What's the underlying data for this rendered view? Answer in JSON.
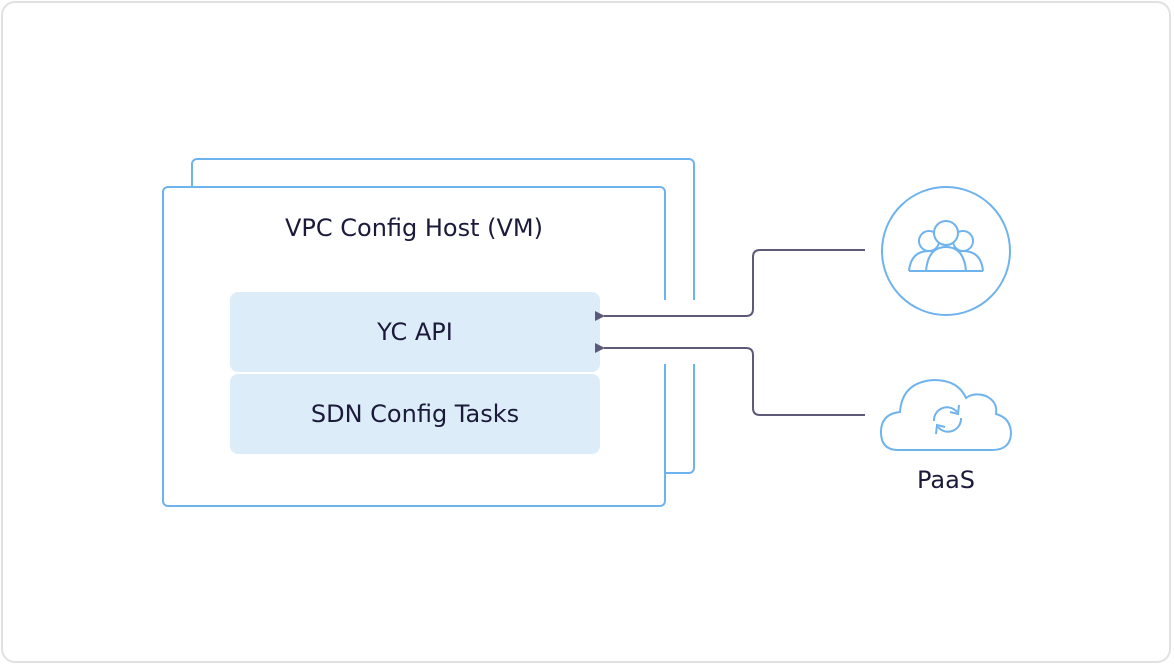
{
  "diagram": {
    "host": {
      "title": "VPC Config Host (VM)",
      "stacked": true,
      "components": [
        {
          "label": "YC API"
        },
        {
          "label": "SDN Config Tasks"
        }
      ]
    },
    "actors": [
      {
        "name": "users",
        "icon": "users-group-icon",
        "label": ""
      },
      {
        "name": "paas",
        "icon": "cloud-sync-icon",
        "label": "PaaS"
      }
    ],
    "connections": [
      {
        "from": "users",
        "to": "YC API"
      },
      {
        "from": "paas",
        "to": "YC API"
      }
    ],
    "colors": {
      "border": "#6fb3ee",
      "block_fill": "#dcedf9",
      "arrow": "#5c5a78",
      "text": "#1b1a3a",
      "frame": "#e1e1e1"
    }
  }
}
